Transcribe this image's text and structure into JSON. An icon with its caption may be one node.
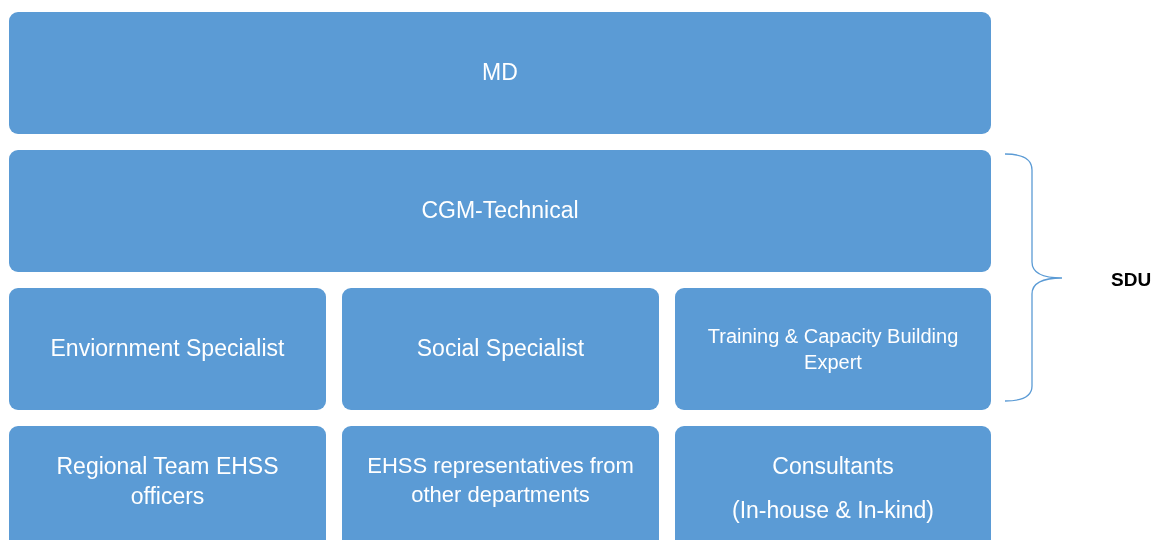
{
  "diagram": {
    "nodes": [
      {
        "text": [
          "MD"
        ]
      },
      {
        "text": [
          "CGM-Technical"
        ]
      },
      {
        "text": [
          "Enviornment Specialist"
        ]
      },
      {
        "text": [
          "Social Specialist"
        ]
      },
      {
        "text": [
          "Training & Capacity Building Expert"
        ]
      },
      {
        "text": [
          "Regional Team EHSS officers"
        ]
      },
      {
        "text": [
          "EHSS representatives from other departments"
        ]
      },
      {
        "text": [
          "Consultants",
          "(In-house & In-kind)"
        ]
      }
    ],
    "edges": [],
    "labels": [
      "SDU"
    ]
  }
}
